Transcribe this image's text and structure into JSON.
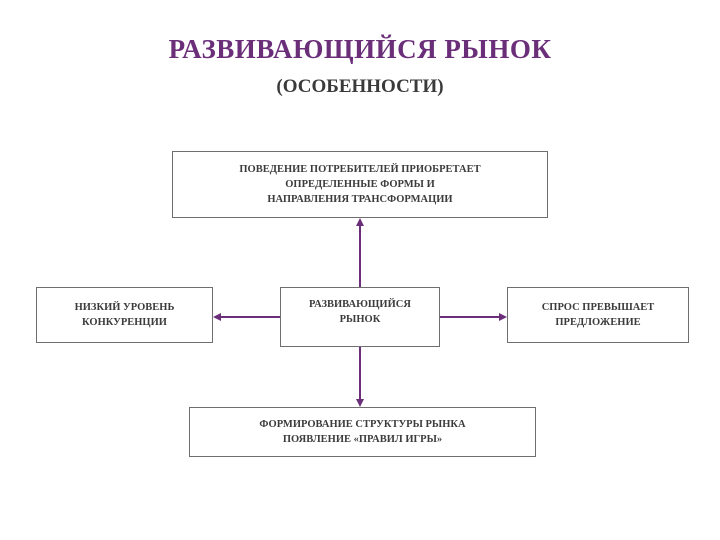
{
  "title": "РАЗВИВАЮЩИЙСЯ РЫНОК",
  "subtitle": "(ОСОБЕННОСТИ)",
  "nodes": {
    "top": "ПОВЕДЕНИЕ ПОТРЕБИТЕЛЕЙ ПРИОБРЕТАЕТ\nОПРЕДЕЛЕННЫЕ ФОРМЫ И\nНАПРАВЛЕНИЯ ТРАНСФОРМАЦИИ",
    "center": "РАЗВИВАЮЩИЙСЯ\nРЫНОК",
    "left": "НИЗКИЙ УРОВЕНЬ\nКОНКУРЕНЦИИ",
    "right": "СПРОС ПРЕВЫШАЕТ\nПРЕДЛОЖЕНИЕ",
    "bottom": "ФОРМИРОВАНИЕ СТРУКТУРЫ РЫНКА\nПОЯВЛЕНИЕ «ПРАВИЛ ИГРЫ»"
  },
  "colors": {
    "title": "#6b2f7a",
    "arrow": "#6b2f7a",
    "border": "#6f6f6f"
  }
}
